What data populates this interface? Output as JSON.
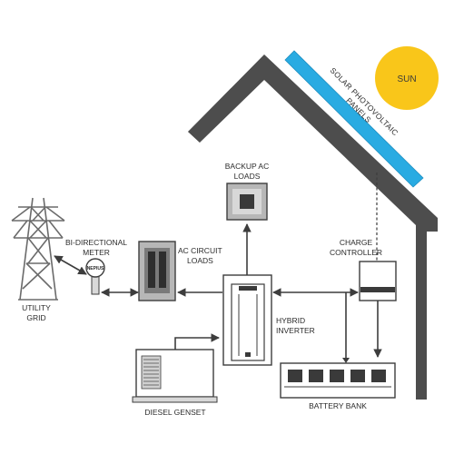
{
  "labels": {
    "sun": "SUN",
    "solar_panels_line1": "SOLAR PHOTOVOLTAIC",
    "solar_panels_line2": "PANELS",
    "backup_loads_line1": "BACKUP AC",
    "backup_loads_line2": "LOADS",
    "charge_controller_line1": "CHARGE",
    "charge_controller_line2": "CONTROLLER",
    "meter_line1": "BI-DIRECTIONAL",
    "meter_line2": "METER",
    "meter_face": "NEPIUS",
    "ac_circuit_line1": "AC CIRCUIT",
    "ac_circuit_line2": "LOADS",
    "utility_line1": "UTILITY",
    "utility_line2": "GRID",
    "inverter_line1": "HYBRID",
    "inverter_line2": "INVERTER",
    "genset": "DIESEL GENSET",
    "battery": "BATTERY BANK"
  },
  "colors": {
    "sun": "#F9C61A",
    "panel": "#29ABE2",
    "house": "#4D4D4D",
    "line": "#3D3D3D"
  }
}
